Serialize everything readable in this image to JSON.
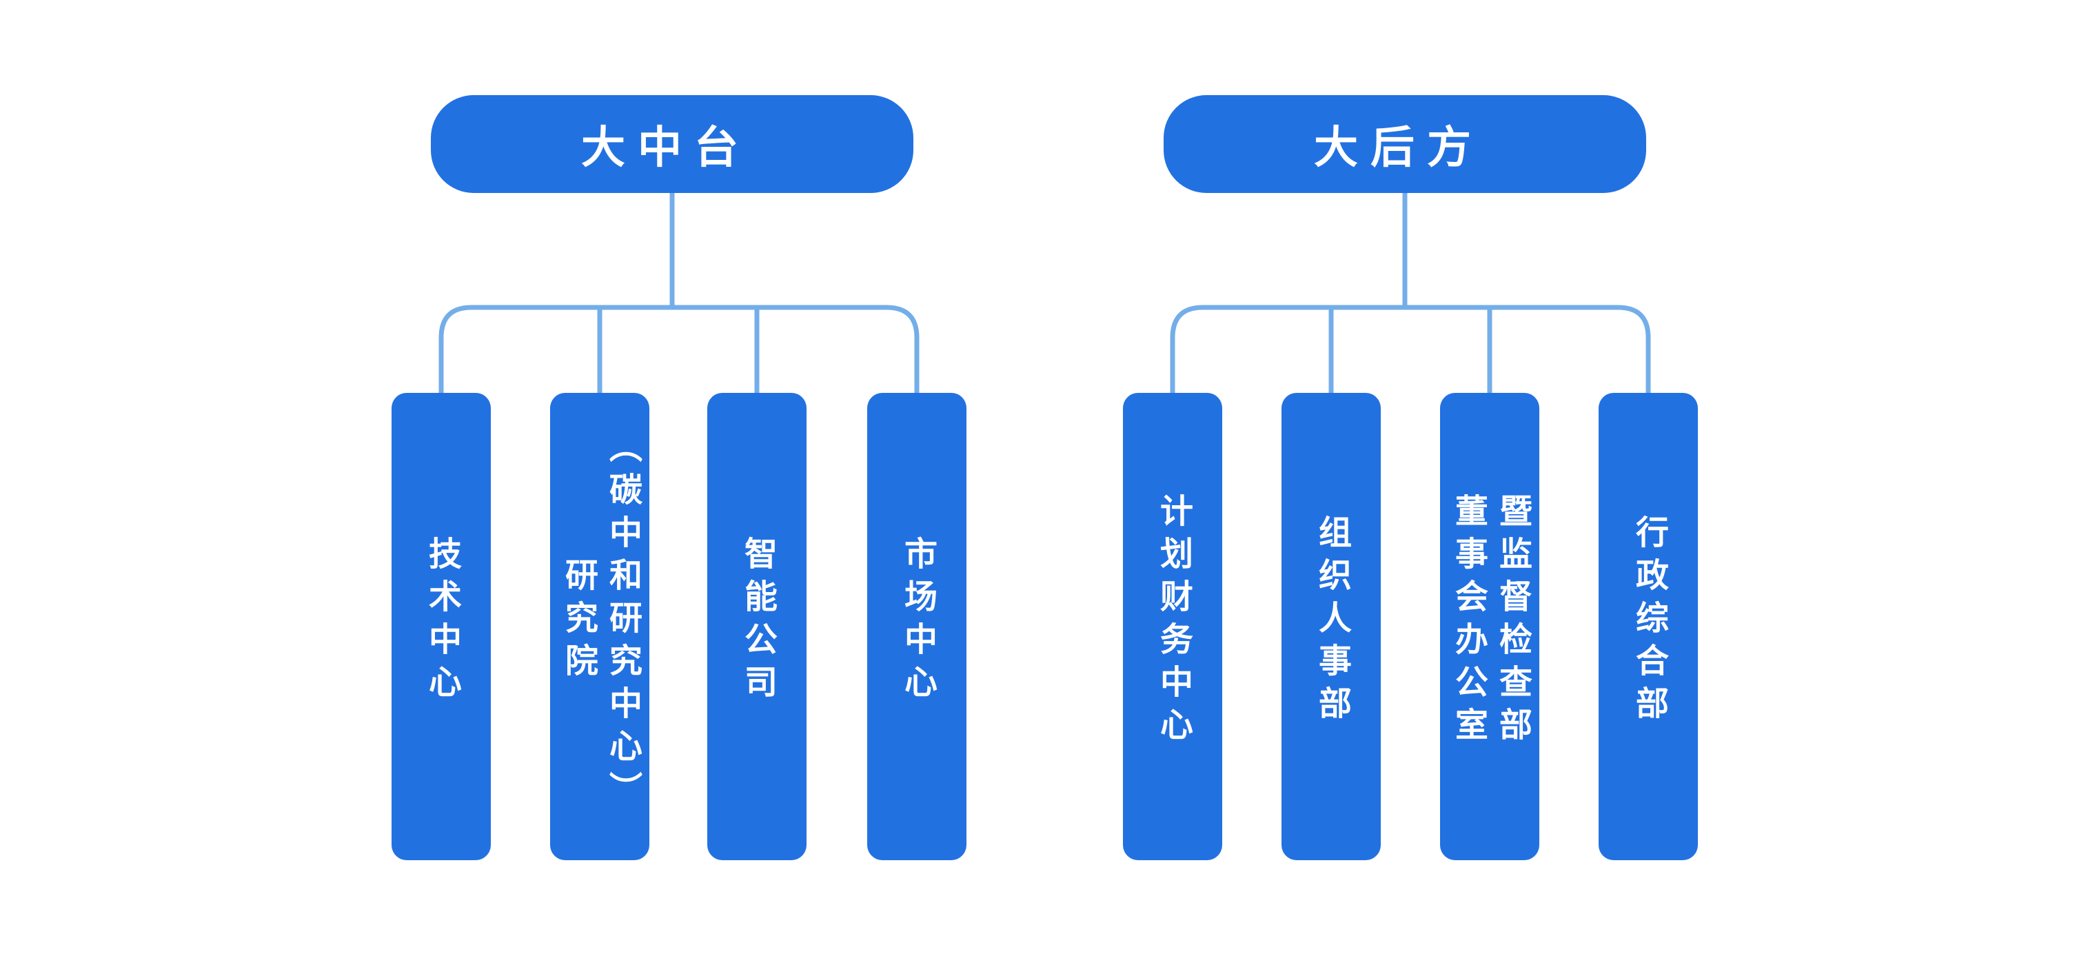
{
  "colors": {
    "node_fill": "#2271E1",
    "node_text": "#FFFFFF",
    "connector": "#74AEE9",
    "background": "#FFFFFF"
  },
  "groups": [
    {
      "header": {
        "label": "大中台"
      },
      "children": [
        {
          "label": "技术中心"
        },
        {
          "label": "研究院\n（碳中和研究中心）"
        },
        {
          "label": "智能公司"
        },
        {
          "label": "市场中心"
        }
      ]
    },
    {
      "header": {
        "label": "大后方"
      },
      "children": [
        {
          "label": "计划财务中心"
        },
        {
          "label": "组织人事部"
        },
        {
          "label": "董事会办公室\n暨监督检查部"
        },
        {
          "label": "行政综合部"
        }
      ]
    }
  ]
}
